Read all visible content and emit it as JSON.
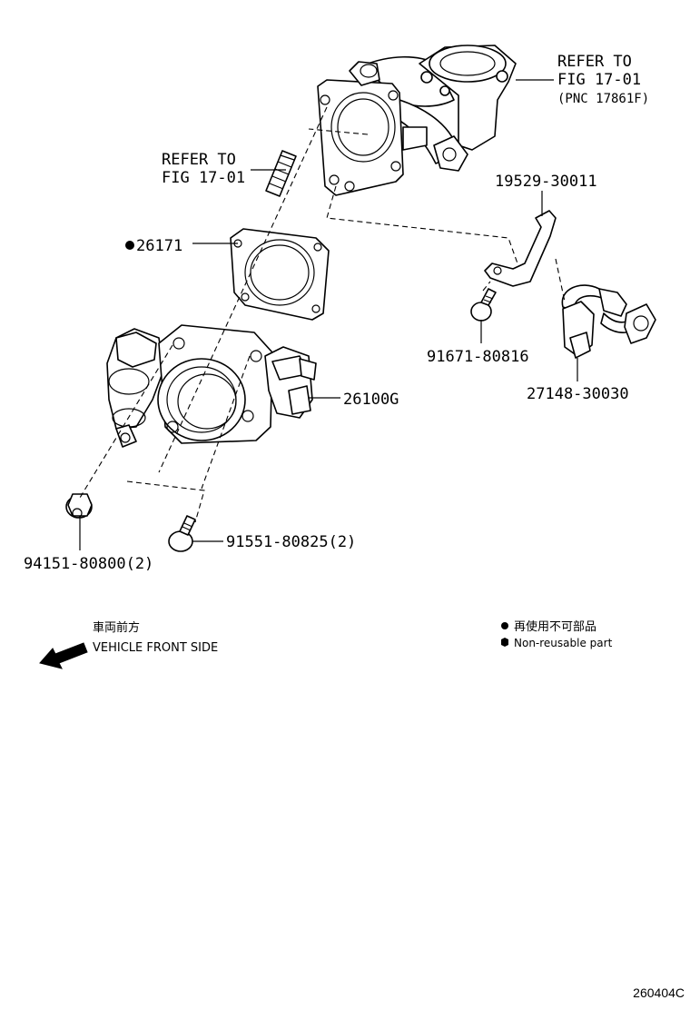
{
  "callouts": {
    "refer_top": {
      "line1": "REFER TO",
      "line2": "FIG 17-01",
      "line3": "(PNC 17861F)"
    },
    "refer_stud": {
      "line1": "REFER TO",
      "line2": "FIG 17-01"
    },
    "gasket": "26171",
    "bracket": "19529-30011",
    "bolt_bracket": "91671-80816",
    "harness": "27148-30030",
    "throttle_body": "26100G",
    "nut": "94151-80800(2)",
    "bolt_throttle": "91551-80825(2)"
  },
  "direction": {
    "japanese": "車両前方",
    "english": "VEHICLE FRONT SIDE",
    "icon": "arrow-left-down-icon"
  },
  "legend": {
    "japanese": "再使用不可部品",
    "english": "Non-reusable part",
    "icon": "filled-dot-icon"
  },
  "figure_code": "260404C"
}
